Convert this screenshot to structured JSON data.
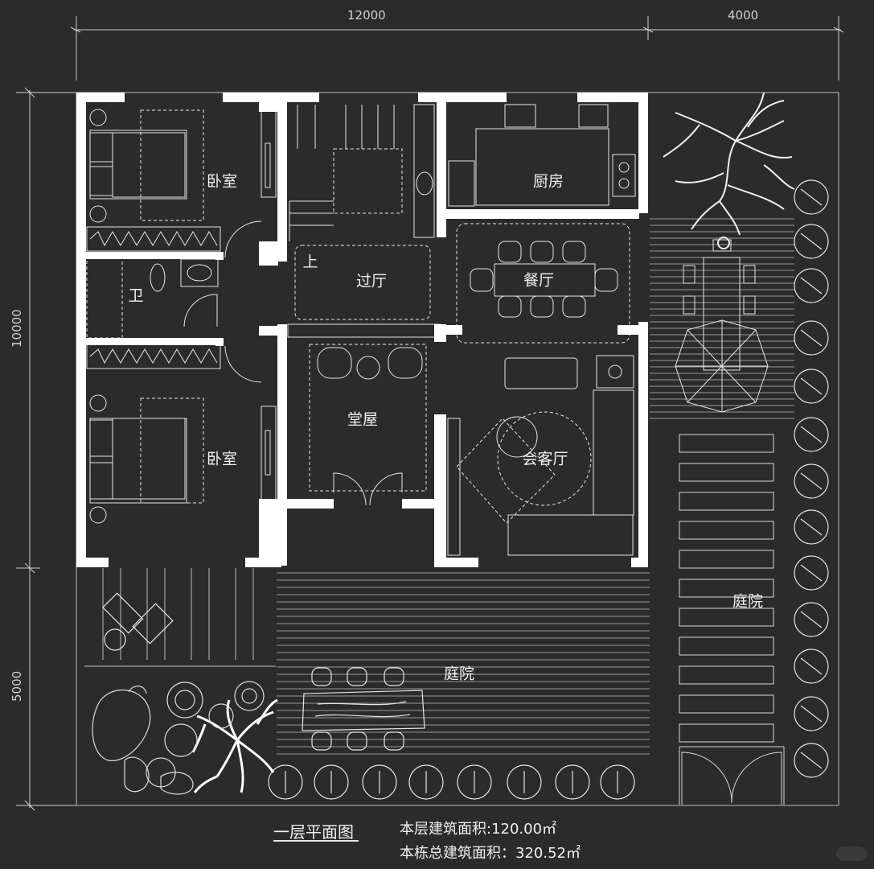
{
  "dimensions": {
    "top_main": "12000",
    "top_right": "4000",
    "left_main": "10000",
    "left_lower": "5000"
  },
  "rooms": {
    "bedroom_top": "卧室",
    "bedroom_bottom": "卧室",
    "bathroom": "卫",
    "hall": "过厅",
    "stairs_up": "上",
    "kitchen": "厨房",
    "dining": "餐厅",
    "main_hall": "堂屋",
    "living": "会客厅",
    "courtyard_right": "庭院",
    "courtyard_bottom": "庭院"
  },
  "title": "一层平面图",
  "area_floor": "本层建筑面积:120.00㎡",
  "area_total": "本栋总建筑面积：320.52㎡",
  "colors": {
    "background": "#2b2b2b",
    "wall": "#ffffff",
    "line": "#d8d8d8"
  }
}
